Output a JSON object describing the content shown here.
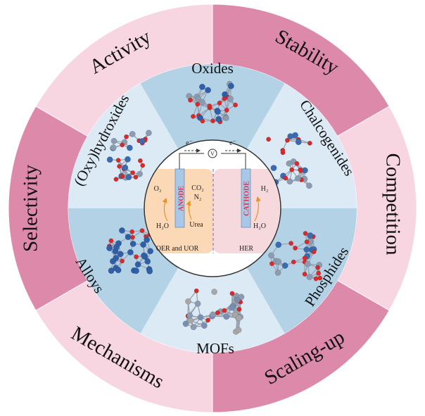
{
  "outer_ring": {
    "segments": [
      {
        "label": "Stability",
        "color": "#dc89aa"
      },
      {
        "label": "Competition",
        "color": "#f7d6e2"
      },
      {
        "label": "Scaling-up",
        "color": "#dc89aa"
      },
      {
        "label": "Mechanisms",
        "color": "#f7d6e2"
      },
      {
        "label": "Selectivity",
        "color": "#dc89aa"
      },
      {
        "label": "Activity",
        "color": "#f7d6e2"
      }
    ]
  },
  "inner_ring": {
    "segments": [
      {
        "label": "Oxides",
        "color": "#b3d2e5"
      },
      {
        "label": "Chalcogenides",
        "color": "#dbeaf4"
      },
      {
        "label": "Phosphides",
        "color": "#b3d2e5"
      },
      {
        "label": "MOFs",
        "color": "#dbeaf4"
      },
      {
        "label": "Alloys",
        "color": "#b3d2e5"
      },
      {
        "label": "(Oxy)hydroxides",
        "color": "#dbeaf4"
      }
    ]
  },
  "center": {
    "electron_left": "e⁻",
    "electron_right": "e⁻",
    "voltmeter": "V",
    "anode": "ANODE",
    "cathode": "CATHODE",
    "o2": "O₂",
    "co2": "CO₂",
    "n2": "N₂",
    "h2o_left": "H₂O",
    "urea": "Urea",
    "h2": "H₂",
    "h2o_right": "H₂O",
    "left_reaction": "OER and UOR",
    "right_reaction": "HER",
    "left_color": "#fbd9b6",
    "right_color": "#f6d9dc"
  }
}
